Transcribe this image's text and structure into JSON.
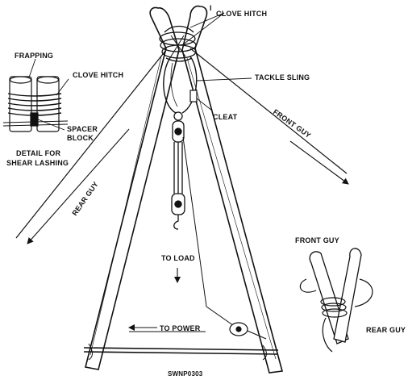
{
  "labels": {
    "clove_hitch_top": "CLOVE HITCH",
    "clove_hitch_top_index": "I",
    "frapping": "FRAPPING",
    "clove_hitch_detail": "CLOVE HITCH",
    "tackle_sling": "TACKLE SLING",
    "cleat": "CLEAT",
    "spacer_line1": "SPACER",
    "spacer_line2": "BLOCK",
    "detail_line1": "DETAIL FOR",
    "detail_line2": "SHEAR LASHING",
    "front_guy": "FRONT GUY",
    "rear_guy": "REAR GUY",
    "to_load": "TO LOAD",
    "to_power": "TO POWER",
    "front_guy_inset": "FRONT GUY",
    "rear_guy_inset": "REAR GUY",
    "figure_id": "SWNP0303"
  },
  "colors": {
    "ink": "#111111",
    "paper": "#ffffff"
  }
}
